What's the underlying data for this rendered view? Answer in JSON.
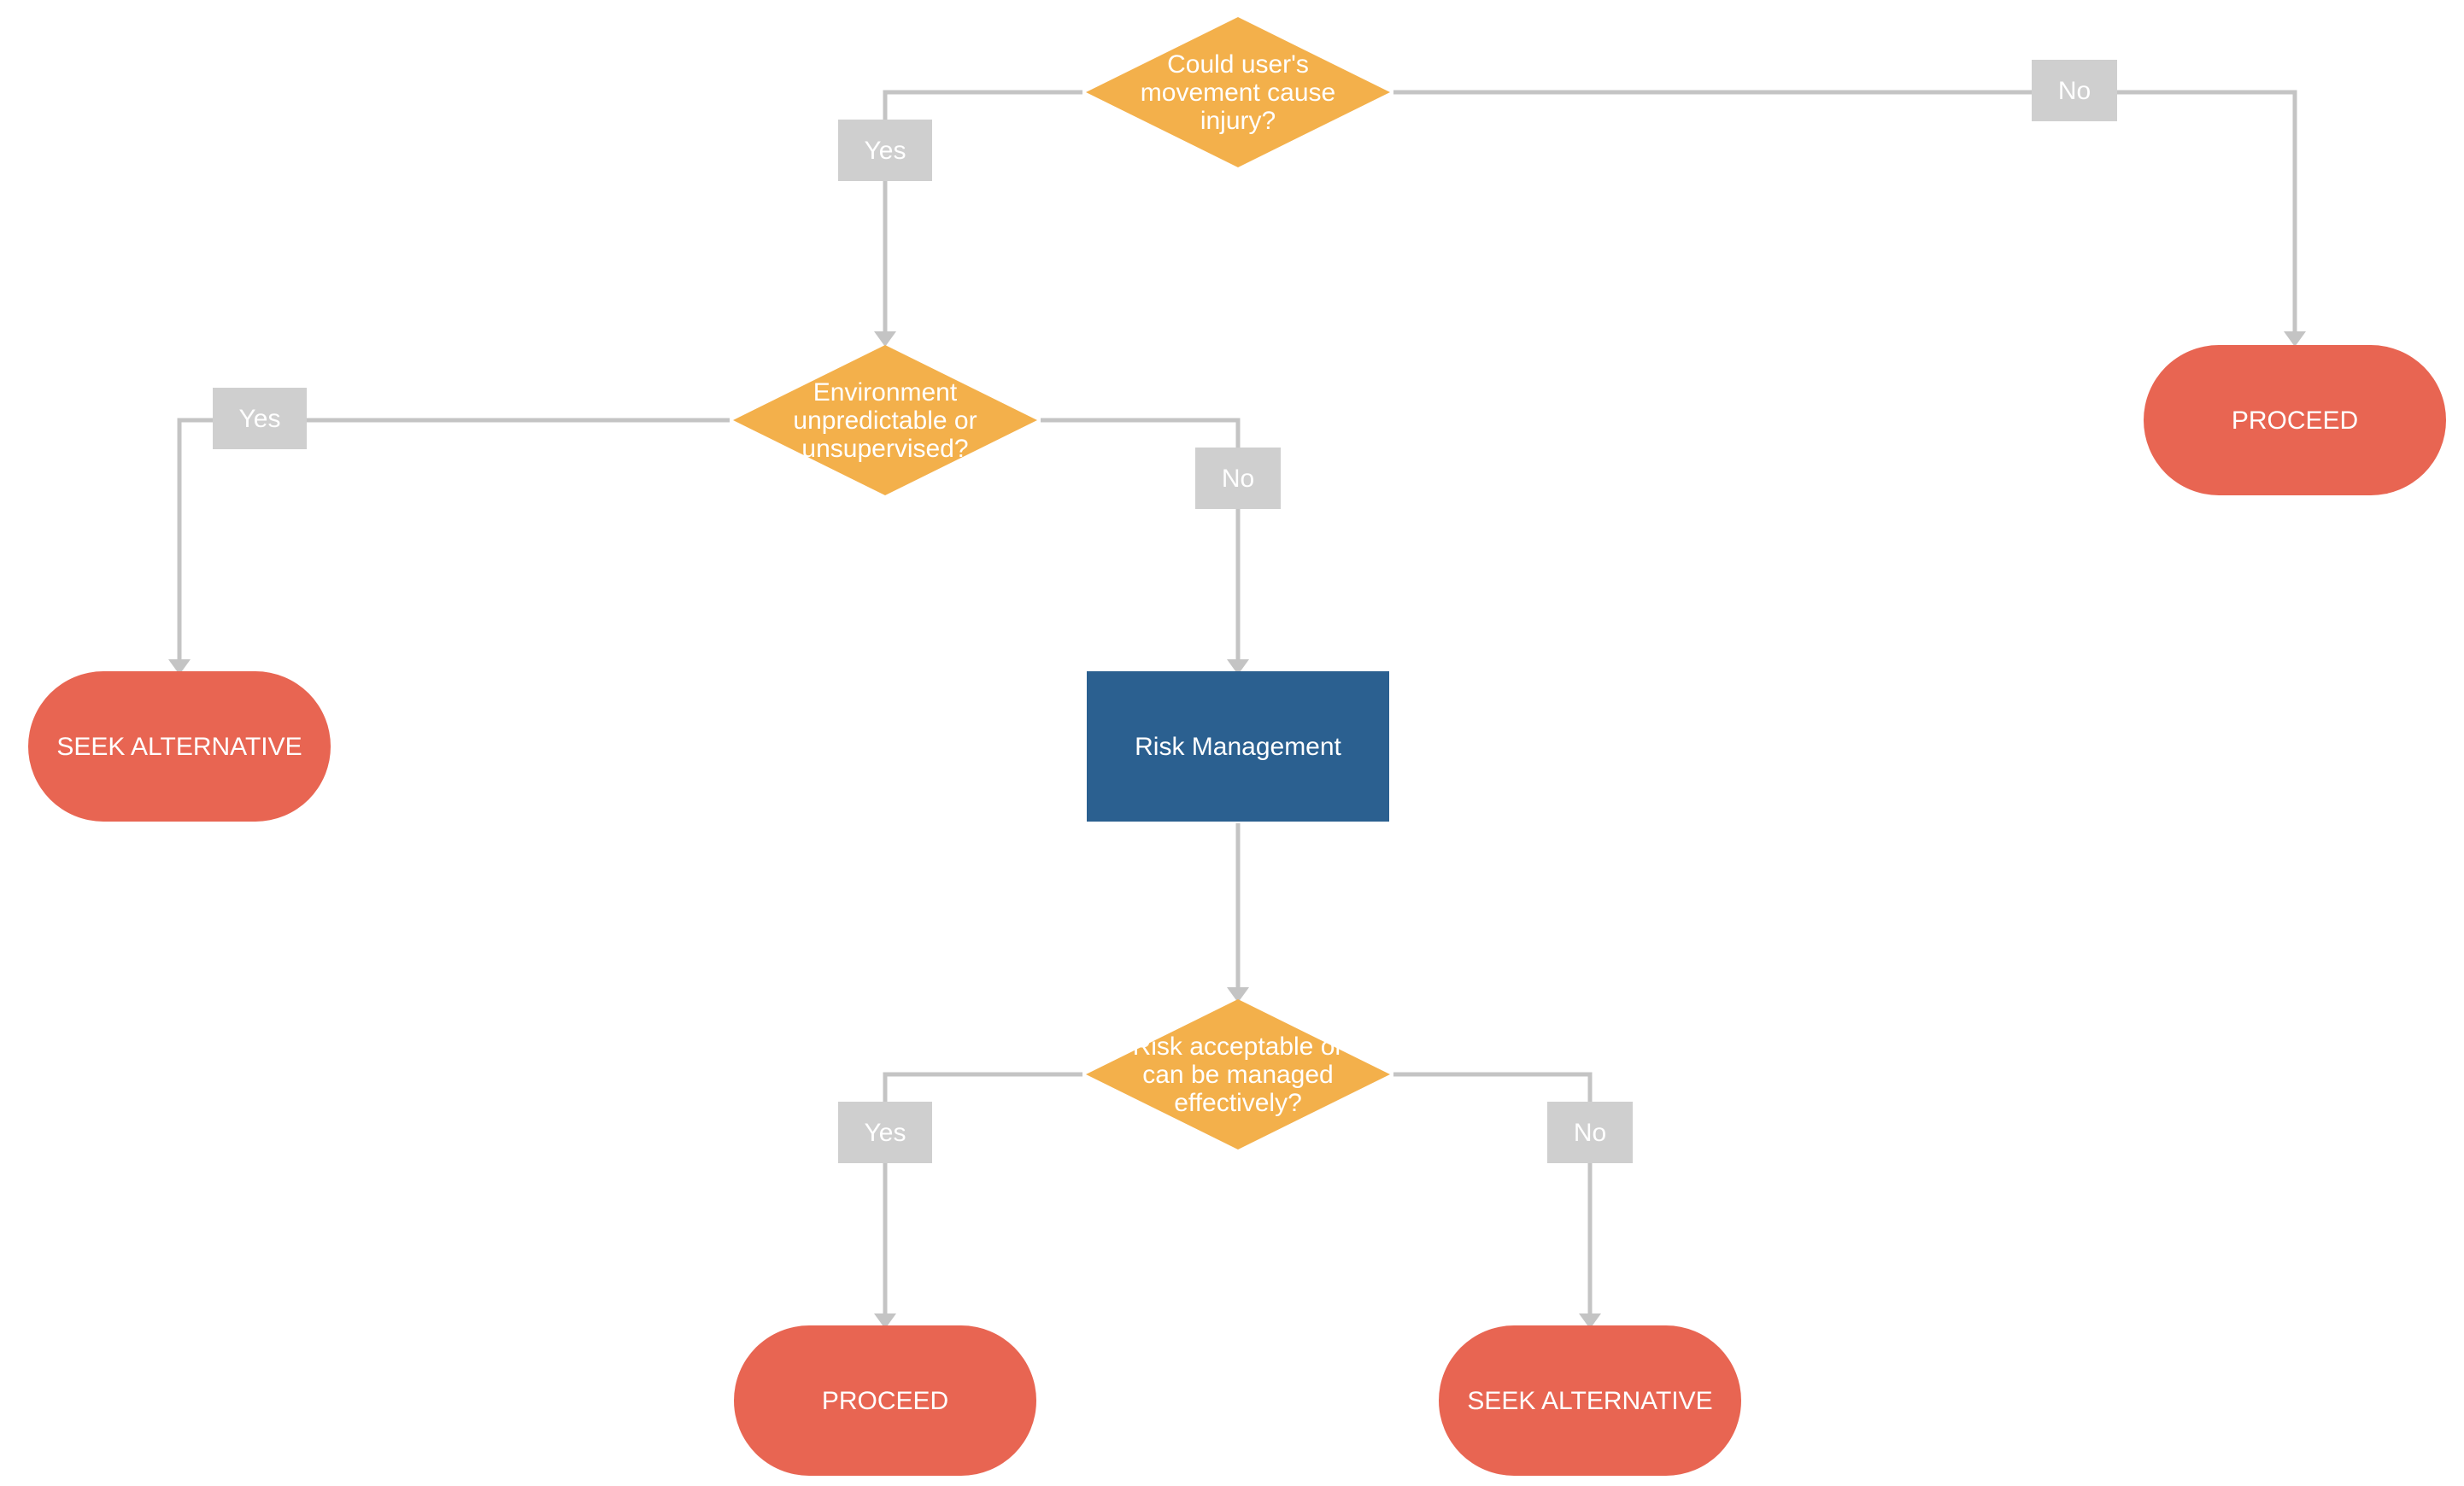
{
  "colors": {
    "decision": "#f3b04b",
    "terminal": "#e86552",
    "process": "#2b6090",
    "connector": "#c4c4c4",
    "label_bg": "#cfcfcf",
    "text": "#ffffff"
  },
  "nodes": {
    "q_injury": {
      "type": "decision",
      "lines": [
        "Could user's",
        "movement cause",
        "injury?"
      ]
    },
    "q_environment": {
      "type": "decision",
      "lines": [
        "Environment",
        "unpredictable or",
        "unsupervised?"
      ]
    },
    "q_risk": {
      "type": "decision",
      "lines": [
        "Risk acceptable or",
        "can be managed",
        "effectively?"
      ]
    },
    "proceed_top": {
      "type": "terminal",
      "label": "PROCEED"
    },
    "seek_alt_left": {
      "type": "terminal",
      "label": "SEEK ALTERNATIVE"
    },
    "risk_management": {
      "type": "process",
      "label": "Risk Management"
    },
    "proceed_bottom": {
      "type": "terminal",
      "label": "PROCEED"
    },
    "seek_alt_bottom": {
      "type": "terminal",
      "label": "SEEK ALTERNATIVE"
    }
  },
  "edges": [
    {
      "from": "q_injury",
      "to": "q_environment",
      "label": "Yes"
    },
    {
      "from": "q_injury",
      "to": "proceed_top",
      "label": "No"
    },
    {
      "from": "q_environment",
      "to": "seek_alt_left",
      "label": "Yes"
    },
    {
      "from": "q_environment",
      "to": "risk_management",
      "label": "No"
    },
    {
      "from": "risk_management",
      "to": "q_risk",
      "label": ""
    },
    {
      "from": "q_risk",
      "to": "proceed_bottom",
      "label": "Yes"
    },
    {
      "from": "q_risk",
      "to": "seek_alt_bottom",
      "label": "No"
    }
  ]
}
